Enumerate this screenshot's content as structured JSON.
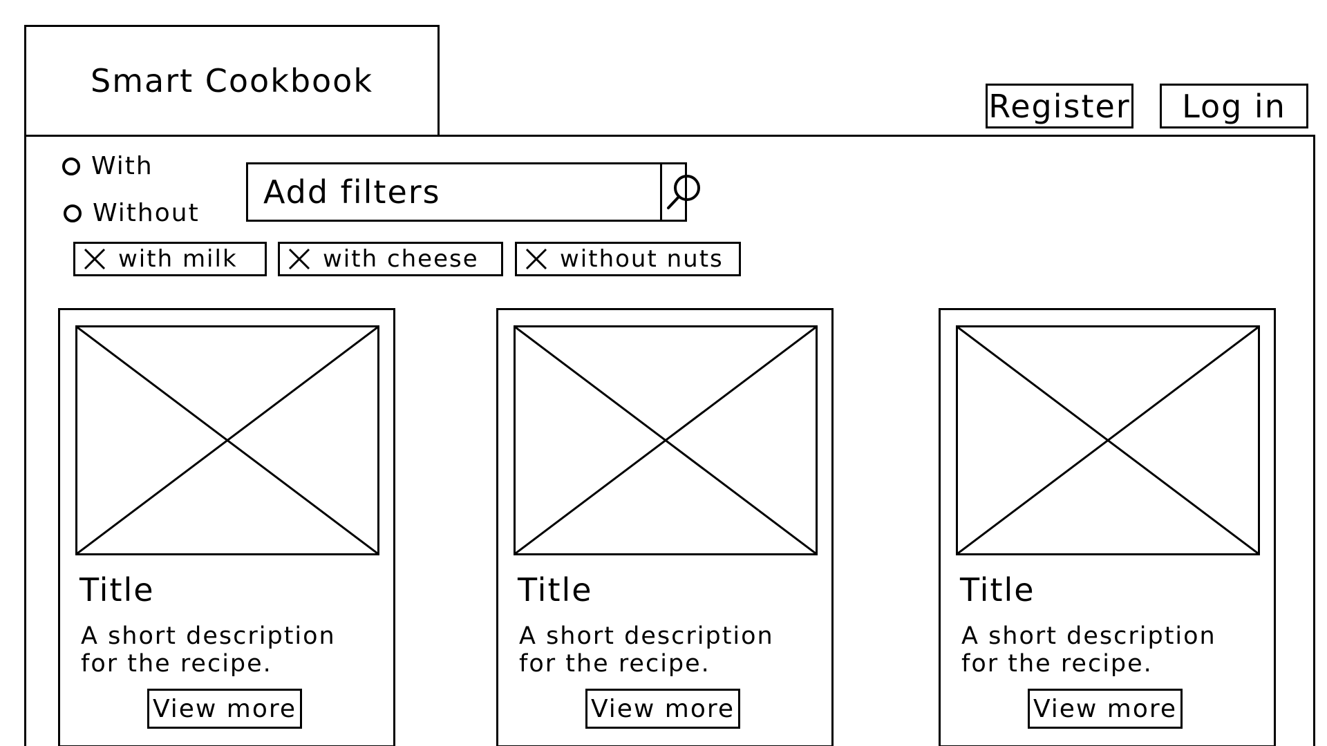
{
  "app": {
    "title": "Smart Cookbook"
  },
  "header": {
    "register_label": "Register",
    "login_label": "Log in"
  },
  "filter_mode": {
    "with_label": "With",
    "without_label": "Without"
  },
  "search": {
    "placeholder": "Add filters",
    "icon": "search-icon"
  },
  "active_filters": [
    {
      "label": "with milk",
      "icon": "close-icon"
    },
    {
      "label": "with cheese",
      "icon": "close-icon"
    },
    {
      "label": "without nuts",
      "icon": "close-icon"
    }
  ],
  "recipes": [
    {
      "title": "Title",
      "description": "A short description for the recipe.",
      "button_label": "View more",
      "image_icon": "image-placeholder-icon"
    },
    {
      "title": "Title",
      "description": "A short description for the recipe.",
      "button_label": "View more",
      "image_icon": "image-placeholder-icon"
    },
    {
      "title": "Title",
      "description": "A short description for the recipe.",
      "button_label": "View more",
      "image_icon": "image-placeholder-icon"
    }
  ],
  "colors": {
    "stroke": "#000000",
    "background": "#ffffff"
  }
}
